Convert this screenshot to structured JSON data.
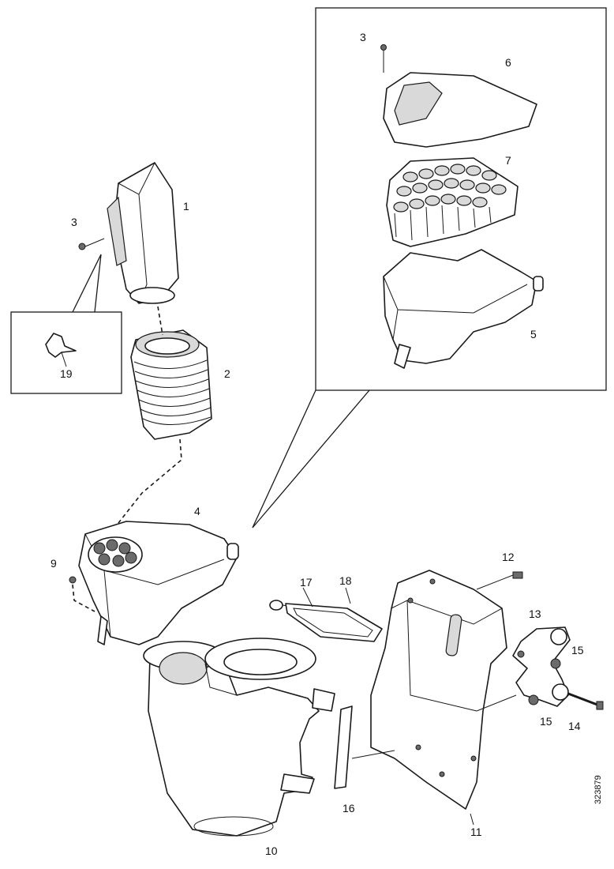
{
  "reference_number": "323879",
  "callouts": {
    "c1": "1",
    "c2": "2",
    "c3_top": "3",
    "c3_inset": "3",
    "c4": "4",
    "c5": "5",
    "c6": "6",
    "c7": "7",
    "c9": "9",
    "c10": "10",
    "c11": "11",
    "c12": "12",
    "c13": "13",
    "c14": "14",
    "c15a": "15",
    "c15b": "15",
    "c16": "16",
    "c17": "17",
    "c18": "18",
    "c19": "19"
  }
}
